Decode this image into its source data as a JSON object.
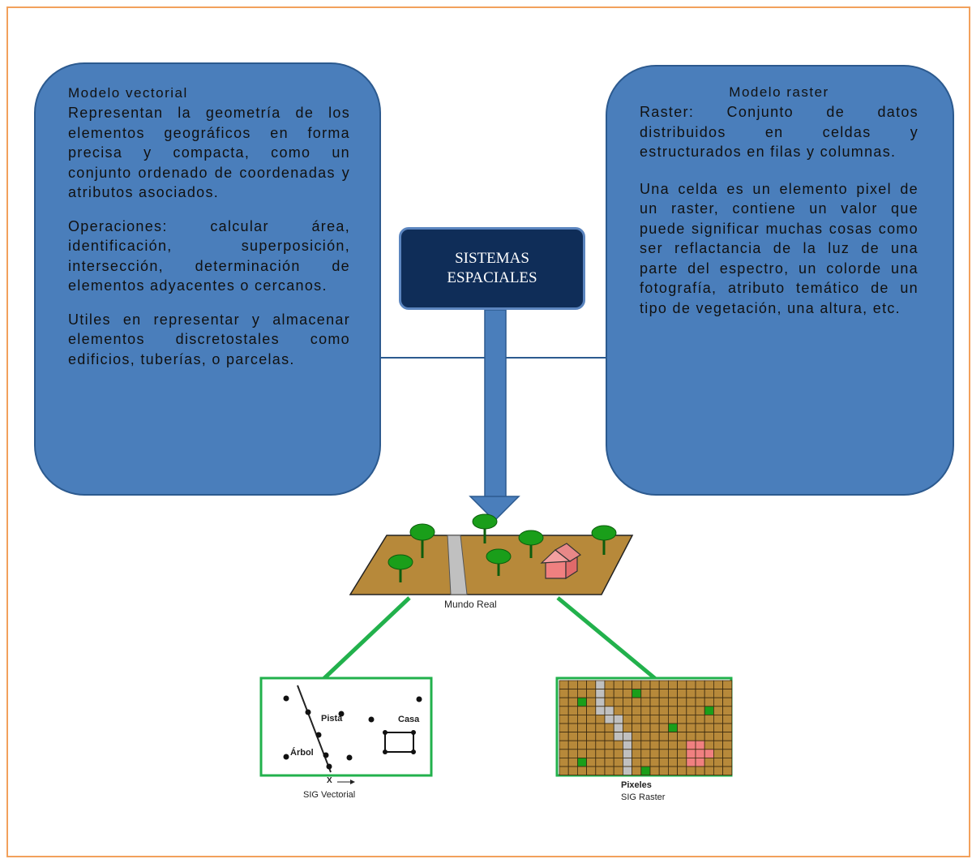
{
  "left_box": {
    "title": "Modelo vectorial",
    "paragraphs": [
      "Representan la geometría de los elementos geográficos en forma precisa y compacta, como un conjunto ordenado de coordenadas y atributos asociados.",
      "Operaciones: calcular área, identificación, superposición, intersección, determinación de elementos adyacentes o cercanos.",
      "Utiles en representar y almacenar elementos discretostales como edificios, tuberías, o parcelas."
    ]
  },
  "right_box": {
    "title": "Modelo raster",
    "paragraphs": [
      "Raster: Conjunto de datos distribuidos en celdas y estructurados en filas y columnas.",
      "Una celda es un elemento pixel de un raster, contiene un valor que puede significar muchas cosas como ser reflactancia de la luz de una parte del espectro, un colorde una fotografía, atributo temático de un tipo de vegetación, una altura, etc."
    ]
  },
  "center": {
    "line1": "SISTEMAS",
    "line2": "ESPACIALES"
  },
  "illustration": {
    "world_label": "Mundo Real",
    "vector_caption": "SIG Vectorial",
    "raster_caption": "SIG Raster",
    "vector_labels": {
      "road": "Pista",
      "house": "Casa",
      "tree": "Árbol",
      "axis": "X"
    },
    "raster_label": "Pixeles"
  },
  "colors": {
    "frame": "#f2a15c",
    "bubble_fill": "#4a7ebb",
    "center_fill": "#0f2d58",
    "arrow": "#4a7ebb",
    "ground": "#b7893a",
    "green_line": "#22b14c",
    "tree": "#1a9e1a",
    "house": "#f08080"
  }
}
